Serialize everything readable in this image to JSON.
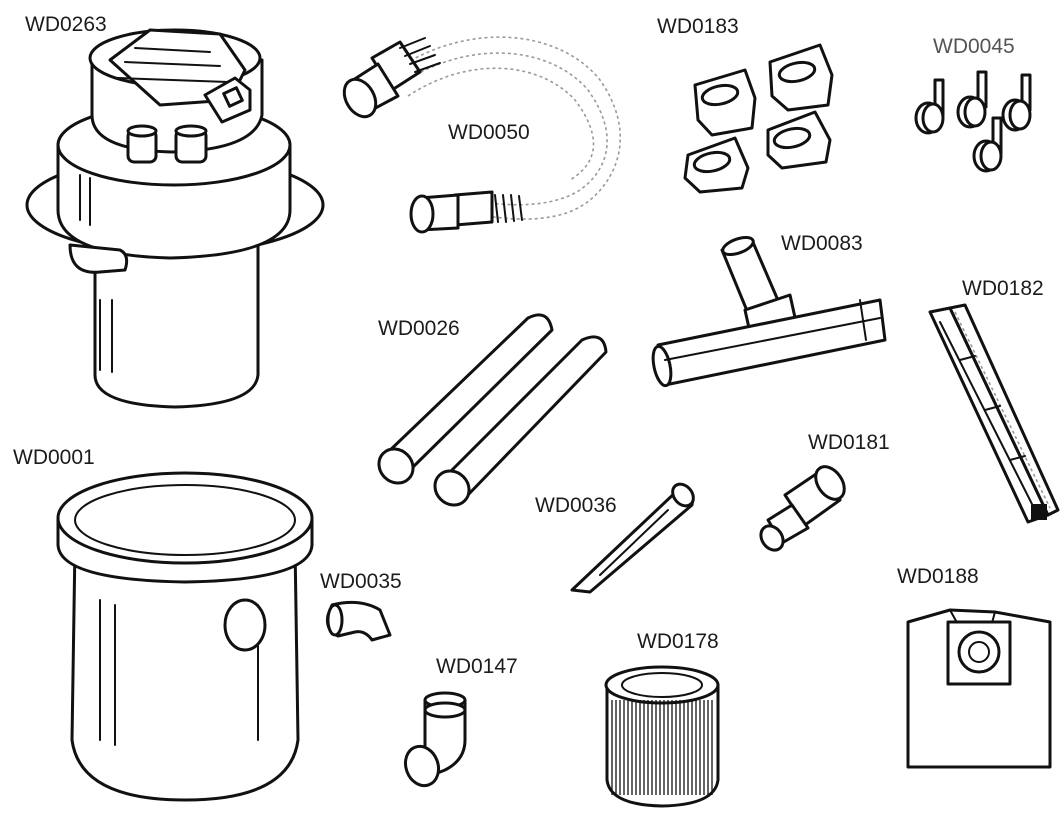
{
  "parts": [
    {
      "code": "WD0263"
    },
    {
      "code": "WD0050"
    },
    {
      "code": "WD0183"
    },
    {
      "code": "WD0045"
    },
    {
      "code": "WD0083"
    },
    {
      "code": "WD0182"
    },
    {
      "code": "WD0026"
    },
    {
      "code": "WD0001"
    },
    {
      "code": "WD0181"
    },
    {
      "code": "WD0036"
    },
    {
      "code": "WD0035"
    },
    {
      "code": "WD0188"
    },
    {
      "code": "WD0147"
    },
    {
      "code": "WD0178"
    }
  ]
}
